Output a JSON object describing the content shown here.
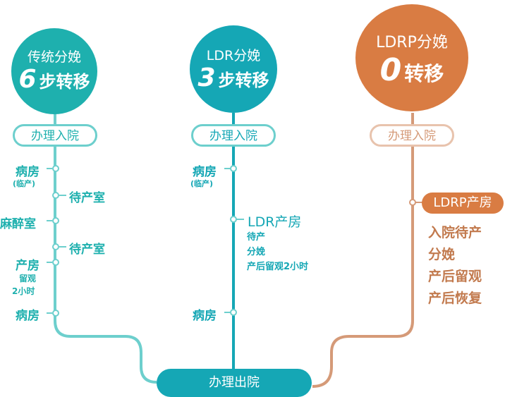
{
  "colors": {
    "traditional": "#1eb0ae",
    "traditional_line": "#6dcfcd",
    "ldr": "#15a7b5",
    "ldrp": "#d97c43",
    "ldrp_line": "#d59a78"
  },
  "columns": [
    {
      "title": "传统分娩",
      "count": "6",
      "count_suffix": "步转移",
      "admit": "办理入院",
      "stops": [
        {
          "label": "病房",
          "note": "(临产)"
        },
        {
          "label": "待产室"
        },
        {
          "label": "麻醉室"
        },
        {
          "label": "待产室"
        },
        {
          "label": "产房",
          "note_lines": [
            "留观",
            "2小时"
          ]
        },
        {
          "label": "病房"
        }
      ]
    },
    {
      "title": "LDR分娩",
      "count": "3",
      "count_suffix": "步转移",
      "admit": "办理入院",
      "stops": [
        {
          "label": "病房",
          "note": "(临产)"
        },
        {
          "label": "LDR产房",
          "details": [
            "待产",
            "分娩",
            "产后留观2小时"
          ]
        },
        {
          "label": "病房"
        }
      ]
    },
    {
      "title": "LDRP分娩",
      "count": "0",
      "count_suffix": "转移",
      "admit": "办理入院",
      "stops": [
        {
          "label": "LDRP产房",
          "details": [
            "入院待产",
            "分娩",
            "产后留观",
            "产后恢复"
          ]
        }
      ]
    }
  ],
  "discharge": "办理出院"
}
